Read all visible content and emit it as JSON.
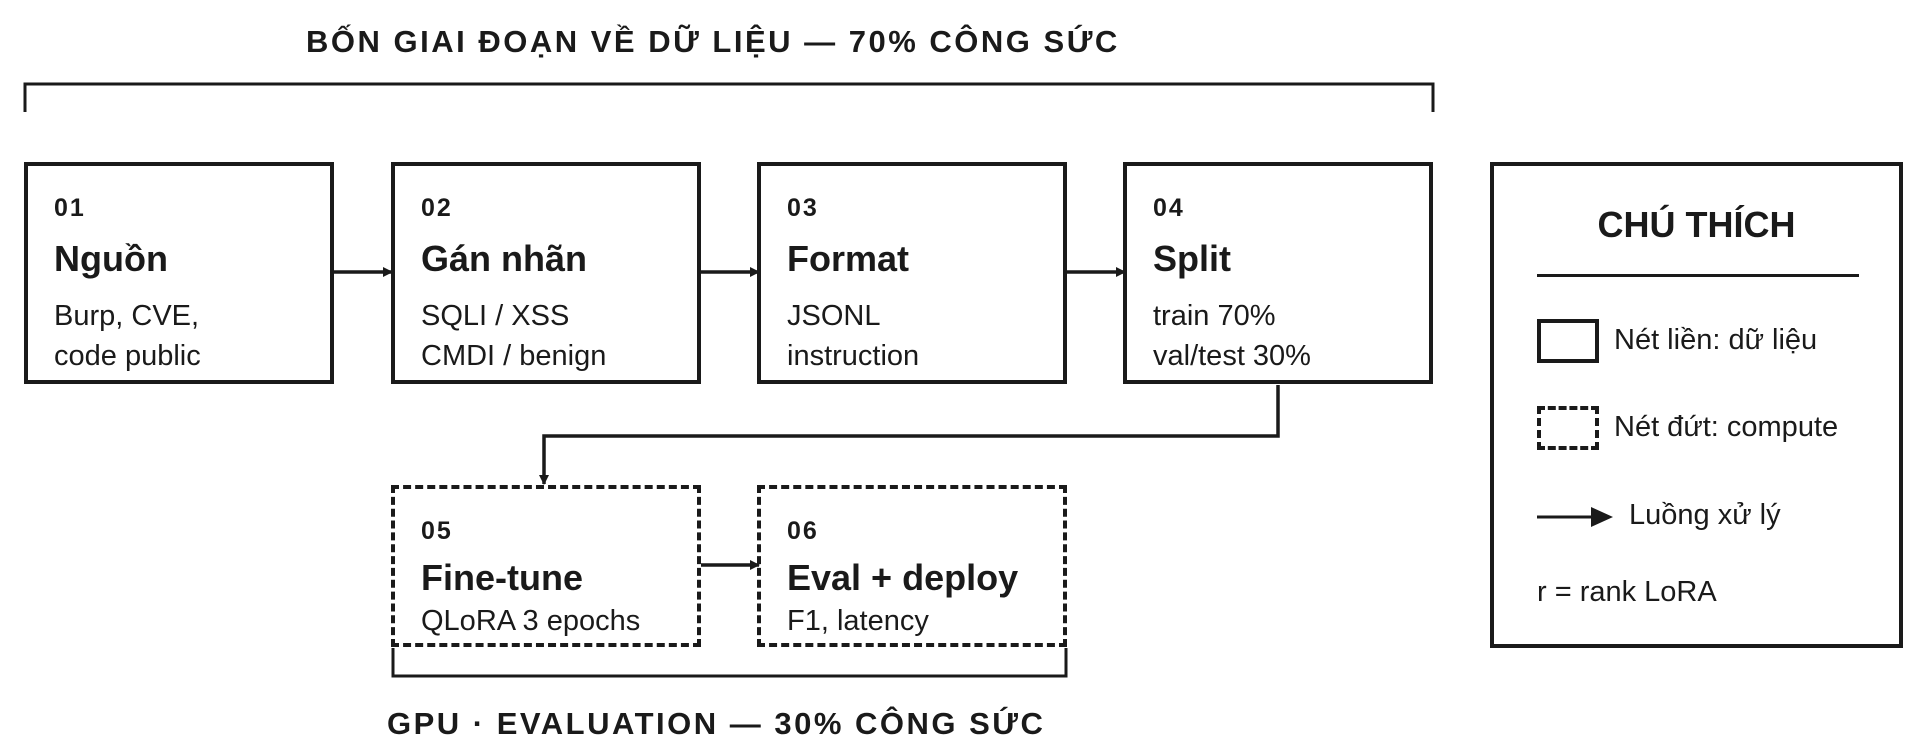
{
  "top_group": {
    "label": "BỐN GIAI ĐOẠN VỀ DỮ LIỆU — 70% CÔNG SỨC"
  },
  "bottom_group": {
    "label": "GPU · EVALUATION — 30% CÔNG SỨC"
  },
  "stages": [
    {
      "num": "01",
      "title": "Nguồn",
      "lines": [
        "Burp, CVE,",
        "code public"
      ],
      "style": "solid"
    },
    {
      "num": "02",
      "title": "Gán nhãn",
      "lines": [
        "SQLI / XSS",
        "CMDI / benign"
      ],
      "style": "solid"
    },
    {
      "num": "03",
      "title": "Format",
      "lines": [
        "JSONL",
        "instruction"
      ],
      "style": "solid"
    },
    {
      "num": "04",
      "title": "Split",
      "lines": [
        "train 70%",
        "val/test 30%"
      ],
      "style": "solid"
    },
    {
      "num": "05",
      "title": "Fine-tune",
      "lines": [
        "QLoRA 3 epochs"
      ],
      "style": "dashed"
    },
    {
      "num": "06",
      "title": "Eval + deploy",
      "lines": [
        "F1, latency"
      ],
      "style": "dashed"
    }
  ],
  "legend": {
    "title": "CHÚ THÍCH",
    "solid": "Nét liền: dữ liệu",
    "dashed": "Nét đứt: compute",
    "arrow": "Luồng xử lý",
    "rank": "r = rank LoRA"
  },
  "colors": {
    "stroke": "#1a1a1a",
    "background": "#ffffff"
  }
}
